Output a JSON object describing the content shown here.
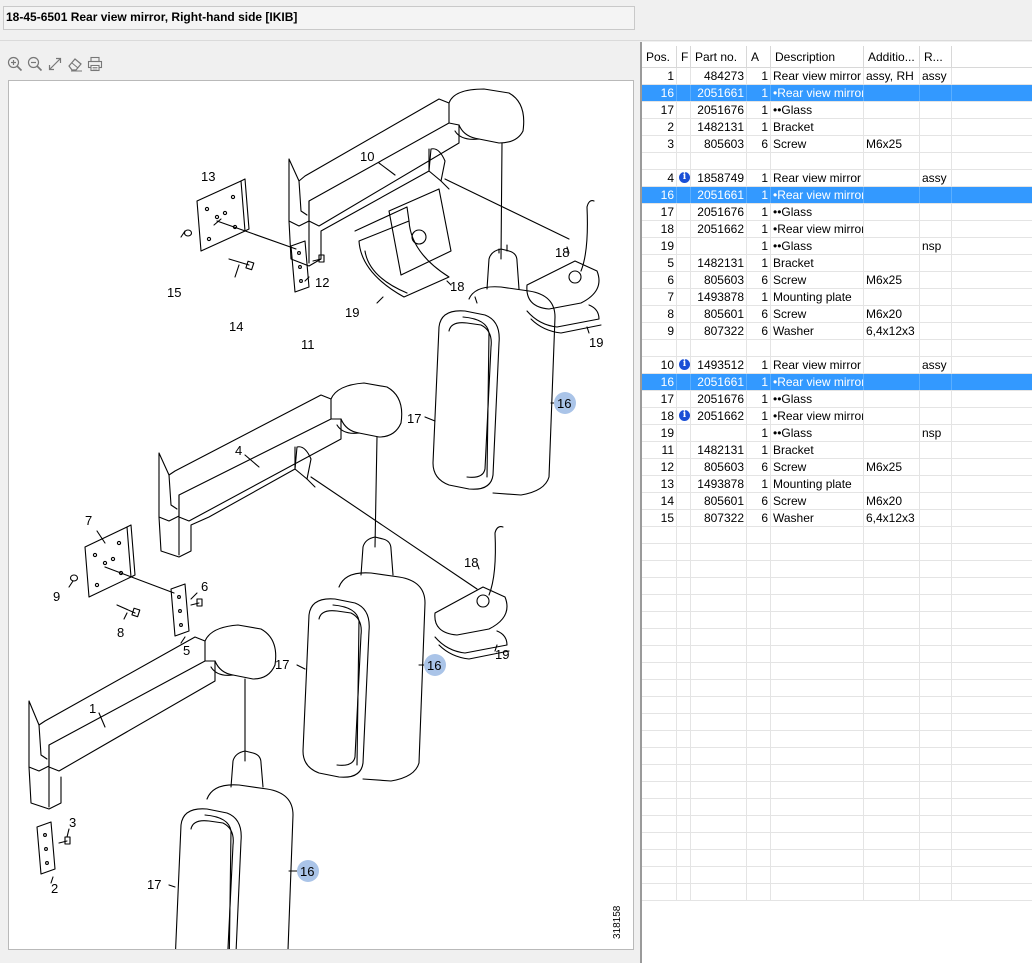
{
  "window": {
    "title": "18-45-6501 Rear view mirror, Right-hand side [IKIB]"
  },
  "toolbar": {
    "icons": [
      "zoom-in-icon",
      "zoom-out-icon",
      "fit-expand-icon",
      "eraser-icon",
      "print-icon"
    ]
  },
  "diagram": {
    "drawing_number": "318158",
    "callouts": [
      "10",
      "13",
      "12",
      "15",
      "14",
      "11",
      "18",
      "19",
      "18",
      "19",
      "16",
      "17",
      "4",
      "7",
      "6",
      "9",
      "8",
      "5",
      "18",
      "19",
      "17",
      "16",
      "1",
      "3",
      "2",
      "17",
      "16"
    ]
  },
  "grid": {
    "columns": [
      "Pos.",
      "F",
      "Part no.",
      "A",
      "Description",
      "Additio...",
      "R..."
    ],
    "rows": [
      {
        "pos": "1",
        "info": false,
        "part": "484273",
        "qty": "1",
        "desc": "Rear view mirror",
        "add": "assy, RH",
        "r": "assy",
        "selected": false
      },
      {
        "pos": "16",
        "info": false,
        "part": "2051661",
        "qty": "1",
        "desc": "•Rear view mirror",
        "add": "",
        "r": "",
        "selected": true
      },
      {
        "pos": "17",
        "info": false,
        "part": "2051676",
        "qty": "1",
        "desc": "••Glass",
        "add": "",
        "r": "",
        "selected": false
      },
      {
        "pos": "2",
        "info": false,
        "part": "1482131",
        "qty": "1",
        "desc": "Bracket",
        "add": "",
        "r": "",
        "selected": false
      },
      {
        "pos": "3",
        "info": false,
        "part": "805603",
        "qty": "6",
        "desc": "Screw",
        "add": "M6x25",
        "r": "",
        "selected": false
      },
      {
        "pos": "",
        "info": false,
        "part": "",
        "qty": "",
        "desc": "",
        "add": "",
        "r": "",
        "selected": false
      },
      {
        "pos": "4",
        "info": true,
        "part": "1858749",
        "qty": "1",
        "desc": "Rear view mirror",
        "add": "",
        "r": "assy",
        "selected": false
      },
      {
        "pos": "16",
        "info": false,
        "part": "2051661",
        "qty": "1",
        "desc": "•Rear view mirror",
        "add": "",
        "r": "",
        "selected": true
      },
      {
        "pos": "17",
        "info": false,
        "part": "2051676",
        "qty": "1",
        "desc": "••Glass",
        "add": "",
        "r": "",
        "selected": false
      },
      {
        "pos": "18",
        "info": false,
        "part": "2051662",
        "qty": "1",
        "desc": "•Rear view mirror",
        "add": "",
        "r": "",
        "selected": false
      },
      {
        "pos": "19",
        "info": false,
        "part": "",
        "qty": "1",
        "desc": "••Glass",
        "add": "",
        "r": "nsp",
        "selected": false
      },
      {
        "pos": "5",
        "info": false,
        "part": "1482131",
        "qty": "1",
        "desc": "Bracket",
        "add": "",
        "r": "",
        "selected": false
      },
      {
        "pos": "6",
        "info": false,
        "part": "805603",
        "qty": "6",
        "desc": "Screw",
        "add": "M6x25",
        "r": "",
        "selected": false
      },
      {
        "pos": "7",
        "info": false,
        "part": "1493878",
        "qty": "1",
        "desc": "Mounting plate",
        "add": "",
        "r": "",
        "selected": false
      },
      {
        "pos": "8",
        "info": false,
        "part": "805601",
        "qty": "6",
        "desc": "Screw",
        "add": "M6x20",
        "r": "",
        "selected": false
      },
      {
        "pos": "9",
        "info": false,
        "part": "807322",
        "qty": "6",
        "desc": "Washer",
        "add": "6,4x12x3",
        "r": "",
        "selected": false
      },
      {
        "pos": "",
        "info": false,
        "part": "",
        "qty": "",
        "desc": "",
        "add": "",
        "r": "",
        "selected": false
      },
      {
        "pos": "10",
        "info": true,
        "part": "1493512",
        "qty": "1",
        "desc": "Rear view mirror",
        "add": "",
        "r": "assy",
        "selected": false
      },
      {
        "pos": "16",
        "info": false,
        "part": "2051661",
        "qty": "1",
        "desc": "•Rear view mirror",
        "add": "",
        "r": "",
        "selected": true
      },
      {
        "pos": "17",
        "info": false,
        "part": "2051676",
        "qty": "1",
        "desc": "••Glass",
        "add": "",
        "r": "",
        "selected": false
      },
      {
        "pos": "18",
        "info": true,
        "part": "2051662",
        "qty": "1",
        "desc": "•Rear view mirror",
        "add": "",
        "r": "",
        "selected": false
      },
      {
        "pos": "19",
        "info": false,
        "part": "",
        "qty": "1",
        "desc": "••Glass",
        "add": "",
        "r": "nsp",
        "selected": false
      },
      {
        "pos": "11",
        "info": false,
        "part": "1482131",
        "qty": "1",
        "desc": "Bracket",
        "add": "",
        "r": "",
        "selected": false
      },
      {
        "pos": "12",
        "info": false,
        "part": "805603",
        "qty": "6",
        "desc": "Screw",
        "add": "M6x25",
        "r": "",
        "selected": false
      },
      {
        "pos": "13",
        "info": false,
        "part": "1493878",
        "qty": "1",
        "desc": "Mounting plate",
        "add": "",
        "r": "",
        "selected": false
      },
      {
        "pos": "14",
        "info": false,
        "part": "805601",
        "qty": "6",
        "desc": "Screw",
        "add": "M6x20",
        "r": "",
        "selected": false
      },
      {
        "pos": "15",
        "info": false,
        "part": "807322",
        "qty": "6",
        "desc": "Washer",
        "add": "6,4x12x3",
        "r": "",
        "selected": false
      }
    ],
    "info_glyph": "i",
    "selection_color": "#3399ff",
    "highlight_callout_color": "#aac4e8"
  }
}
